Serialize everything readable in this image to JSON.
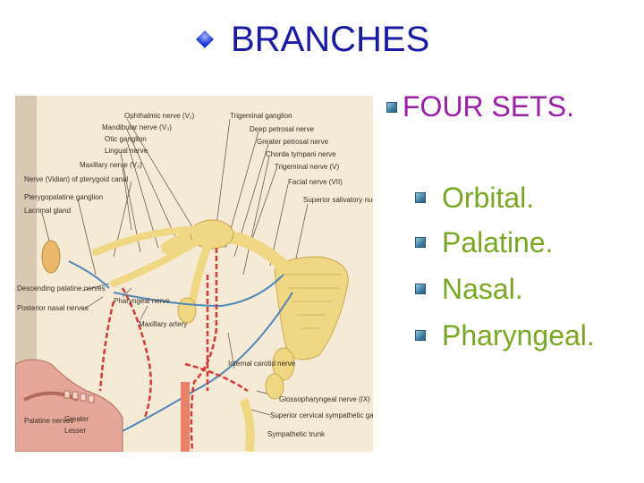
{
  "slide": {
    "title": "BRANCHES",
    "subtitle": "FOUR SETS.",
    "items": [
      "Orbital.",
      "Palatine.",
      "Nasal.",
      "Pharyngeal."
    ]
  },
  "figure": {
    "labels": [
      "Ophthalmic nerve (V₁)",
      "Mandibular nerve (V₃)",
      "Otic ganglion",
      "Lingual nerve",
      "Maxillary nerve (V₂)",
      "Nerve (Vidian) of pterygoid canal",
      "Pterygopalatine ganglion",
      "Lacrimal gland",
      "Trigeminal ganglion",
      "Deep petrosal nerve",
      "Greater petrosal nerve",
      "Chorda tympani nerve",
      "Trigeminal nerve (V)",
      "Facial nerve (VII)",
      "Superior salivatory nucleus",
      "Descending palatine nerves",
      "Posterior nasal nerves",
      "Pharyngeal nerve",
      "Maxillary artery",
      "Internal carotid nerve",
      "Glossopharyngeal nerve (IX)",
      "Superior cervical sympathetic ganglion",
      "Palatine nerves",
      "Greater",
      "Lesser",
      "Sympathetic trunk"
    ]
  },
  "colors": {
    "title": "#1a1aa8",
    "subtitle": "#9b1fa6",
    "items": "#77a820",
    "nerve": "#f0d27a",
    "artery": "#d8383a",
    "nerve_blue": "#4f86b8"
  }
}
